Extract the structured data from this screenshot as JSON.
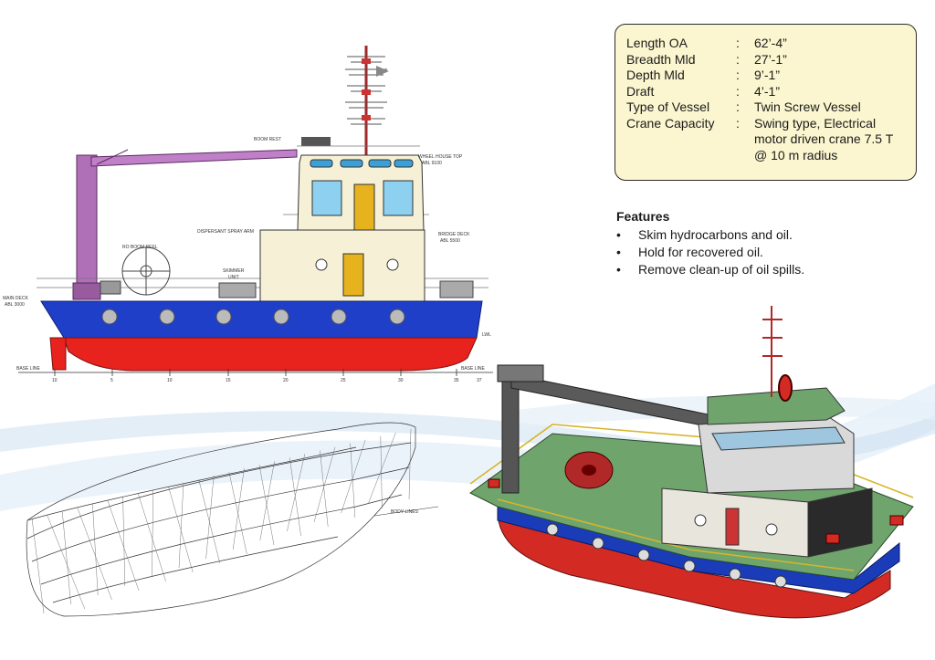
{
  "specs": [
    {
      "label": "Length OA",
      "colon": ":",
      "value": "62’-4”"
    },
    {
      "label": "Breadth Mld",
      "colon": ":",
      "value": "27’-1”"
    },
    {
      "label": "Depth Mld",
      "colon": ":",
      "value": "9’-1”"
    },
    {
      "label": "Draft",
      "colon": ":",
      "value": "4’-1”"
    },
    {
      "label": "Type of Vessel",
      "colon": ":",
      "value": "Twin Screw Vessel"
    },
    {
      "label": "Crane Capacity",
      "colon": ":",
      "value": "Swing type, Electrical motor driven crane 7.5 T @ 10 m radius"
    }
  ],
  "features": {
    "title": "Features",
    "bullet": "•",
    "items": [
      "Skim hydrocarbons and oil.",
      "Hold for recovered oil.",
      "Remove clean-up of oil spills."
    ]
  },
  "drawing_labels": {
    "boom_rest": "BOOM REST",
    "wheel_house_top": "WHEEL HOUSE TOP",
    "wheel_house_abl": "ABL 9100",
    "dispersant": "DISPERSANT SPRAY ARM",
    "bridge_deck": "BRIDGE DECK",
    "bridge_abl": "ABL 5500",
    "ro_boom_reel": "RO BOOM REEL",
    "skimmer": "SKIMMER",
    "skimmer_unit": "UNIT",
    "main_deck": "MAIN DECK",
    "main_abl": "ABL 3000",
    "base_line": "BASE LINE",
    "base_line_right": "BASE LINE",
    "lwl": "LWL",
    "frame_ticks": [
      "10",
      "5",
      "10",
      "15",
      "20",
      "25",
      "30",
      "35",
      "37"
    ],
    "lines_label": "BODY LINES"
  },
  "colors": {
    "hull_red": "#e8221c",
    "hull_blue": "#1f3fc8",
    "cabin_cream": "#f6f1d6",
    "crane_purple": "#a05aa8",
    "deck_green": "#5c9a5a",
    "box_bg": "#fbf6cf"
  }
}
